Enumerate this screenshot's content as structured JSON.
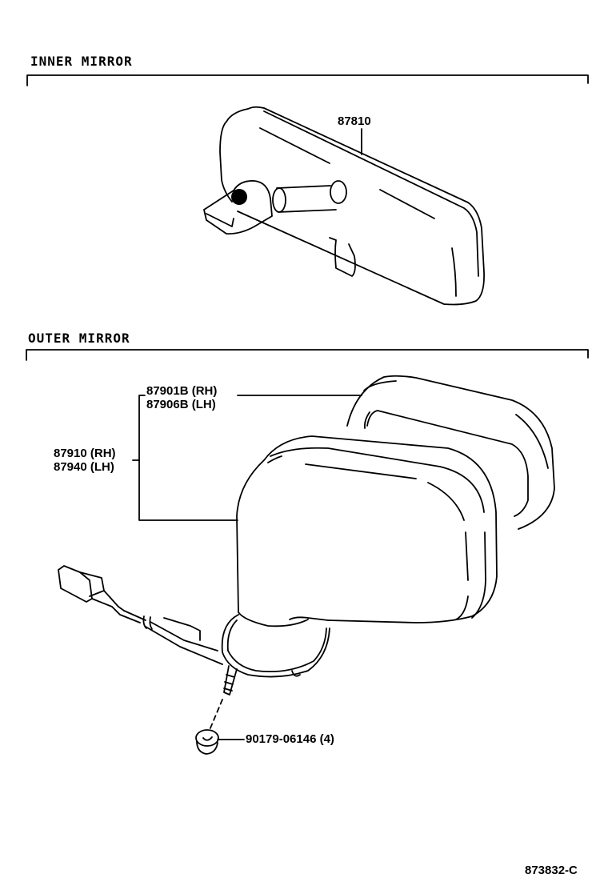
{
  "diagram": {
    "sections": [
      {
        "title": "INNER MIRROR",
        "parts": [
          {
            "number": "87810",
            "description": "inner rear view mirror"
          }
        ]
      },
      {
        "title": "OUTER MIRROR",
        "parts": [
          {
            "number": "87901B (RH)",
            "description": "outer mirror cover"
          },
          {
            "number": "87906B (LH)",
            "description": "outer mirror cover"
          },
          {
            "number": "87910 (RH)",
            "description": "outer mirror assembly"
          },
          {
            "number": "87940 (LH)",
            "description": "outer mirror assembly"
          },
          {
            "number": "90179-06146 (4)",
            "description": "nut"
          }
        ]
      }
    ],
    "figure_code": "873832-C",
    "colors": {
      "line": "#000000",
      "background": "#ffffff"
    }
  }
}
